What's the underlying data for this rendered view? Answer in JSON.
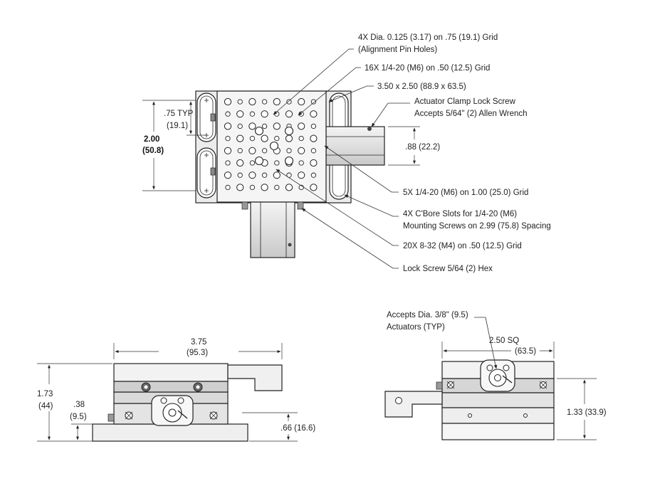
{
  "callouts": {
    "pin_holes_1": "4X  Dia. 0.125 (3.17) on .75 (19.1) Grid",
    "pin_holes_2": "(Alignment Pin Holes)",
    "grid_16x": "16X 1/4-20 (M6) on .50 (12.5) Grid",
    "size": "3.50 x 2.50 (88.9 x 63.5)",
    "clamp_1": "Actuator Clamp Lock Screw",
    "clamp_2": "Accepts 5/64\" (2) Allen Wrench",
    "grid_5x": "5X 1/4-20 (M6) on 1.00 (25.0) Grid",
    "slots_1": "4X C'Bore Slots for 1/4-20 (M6)",
    "slots_2": "Mounting Screws on 2.99 (75.8) Spacing",
    "grid_20x": "20X 8-32 (M4) on .50 (12.5) Grid",
    "lock_screw": "Lock Screw 5/64 (2) Hex",
    "actuator_1": "Accepts Dia. 3/8\" (9.5)",
    "actuator_2": "Actuators (TYP)"
  },
  "dimensions": {
    "pitch_typ": ".75 TYP",
    "pitch_typ_mm": "(19.1)",
    "height_in": "2.00",
    "height_mm": "(50.8)",
    "clamp_width": ".88 (22.2)",
    "front_width_in": "3.75",
    "front_width_mm": "(95.3)",
    "front_height_in": "1.73",
    "front_height_mm": "(44)",
    "base_height_in": ".38",
    "base_height_mm": "(9.5)",
    "axis_height": ".66 (16.6)",
    "side_width_in": "2.50  SQ",
    "side_width_mm": "(63.5)",
    "side_height": "1.33 (33.9)"
  },
  "colors": {
    "line": "#222222",
    "fill_light": "#e8e8e8",
    "fill_dark": "#bdbdbd"
  }
}
